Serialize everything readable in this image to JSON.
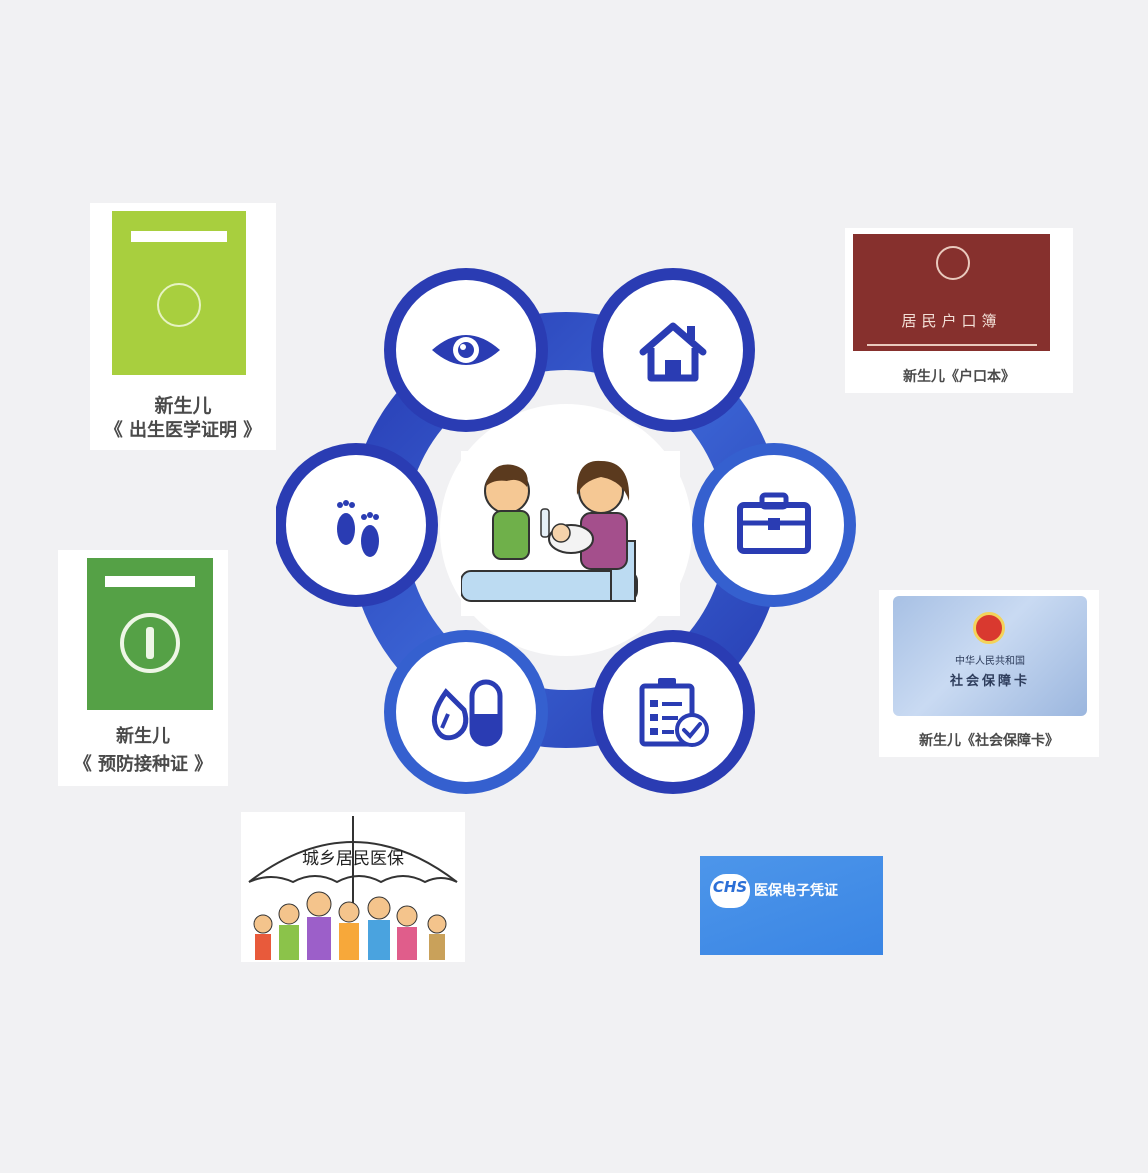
{
  "documents": {
    "birth_certificate": {
      "caption_line1": "新生儿",
      "caption_line2": "《 出生医学证明 》",
      "color": "#a8cf3e"
    },
    "vaccination": {
      "caption_line1": "新生儿",
      "caption_line2": "《 预防接种证 》",
      "color": "#55a146"
    },
    "hukou": {
      "book_title": "居民户口簿",
      "caption": "新生儿《户口本》",
      "color": "#86302d"
    },
    "social_security": {
      "card_line1": "中华人民共和国",
      "card_line2": "社会保障卡",
      "caption": "新生儿《社会保障卡》"
    },
    "medical_evoucher": {
      "logo_text": "CHS",
      "label": "医保电子凭证",
      "color": "#4d96ea"
    },
    "urban_rural_insurance": {
      "umbrella_text": "城乡居民医保"
    }
  },
  "diagram": {
    "ring_color": "#2a3db5",
    "icons": [
      "eye-icon",
      "house-icon",
      "briefcase-icon",
      "checklist-icon",
      "pills-icon",
      "footprints-icon"
    ]
  }
}
